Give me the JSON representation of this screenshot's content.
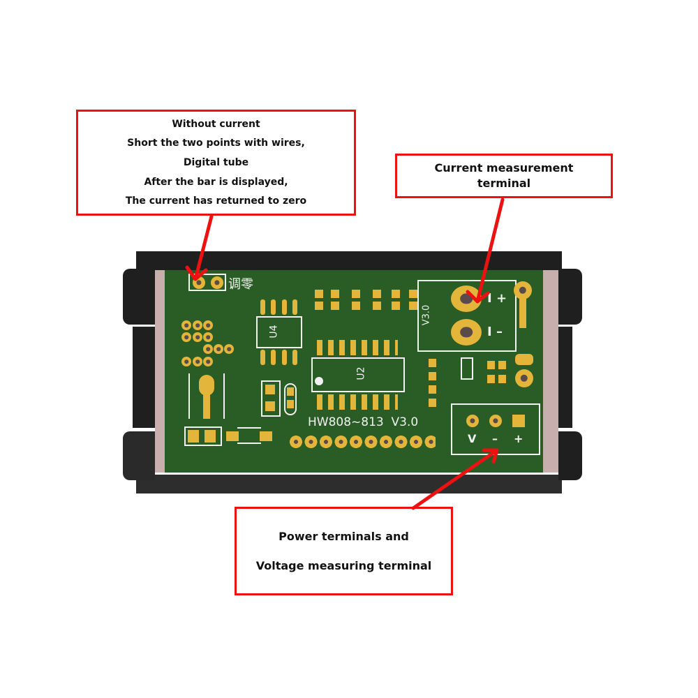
{
  "callouts": {
    "zero_adjust": {
      "lines": [
        "Without current",
        "Short the two points with wires,",
        "Digital tube",
        "After the bar is displayed,",
        "The current has returned to zero"
      ]
    },
    "current_terminal": {
      "lines": [
        "Current measurement",
        "terminal"
      ]
    },
    "power_terminal": {
      "lines": [
        "Power terminals and",
        "Voltage measuring terminal"
      ]
    }
  },
  "board": {
    "model_label": "HW808~813  V3.0",
    "zero_label": "调零",
    "u4_label": "U4",
    "u2_label": "U2",
    "shunt_version": "V3.0",
    "current_plus": "I +",
    "current_minus": "I –",
    "power_labels": [
      "V",
      "–",
      "+"
    ]
  },
  "colors": {
    "callout_border": "#ee1111",
    "arrow": "#ee1111",
    "pcb_green": "#2a5d25",
    "pad_gold": "#e3b53a",
    "frame": "#1f1f1f"
  }
}
